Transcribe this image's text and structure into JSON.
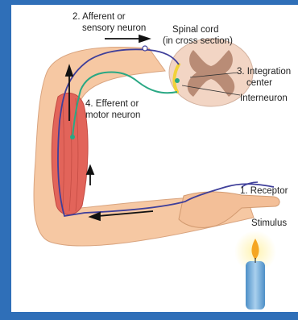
{
  "labels": {
    "afferent_line1": "2. Afferent or",
    "afferent_line2": "sensory neuron",
    "spinal_line1": "Spinal cord",
    "spinal_line2": "(in cross section)",
    "integration_line1": "3. Integration",
    "integration_line2": "center",
    "interneuron": "Interneuron",
    "efferent_line1": "4. Efferent or",
    "efferent_line2": "motor neuron",
    "receptor": "1. Receptor",
    "stimulus": "Stimulus"
  },
  "colors": {
    "frame": "#2f6fb8",
    "sensory_neuron": "#3f3f9a",
    "motor_neuron": "#2aa884",
    "interneuron": "#f2d23a",
    "muscle": "#e2645a",
    "skin": "#f6c8a3",
    "spinal_cord": "#f2d5c4",
    "gray_matter": "#b98c76",
    "candle": "#6aa7d6",
    "flame": "#f5a623"
  }
}
